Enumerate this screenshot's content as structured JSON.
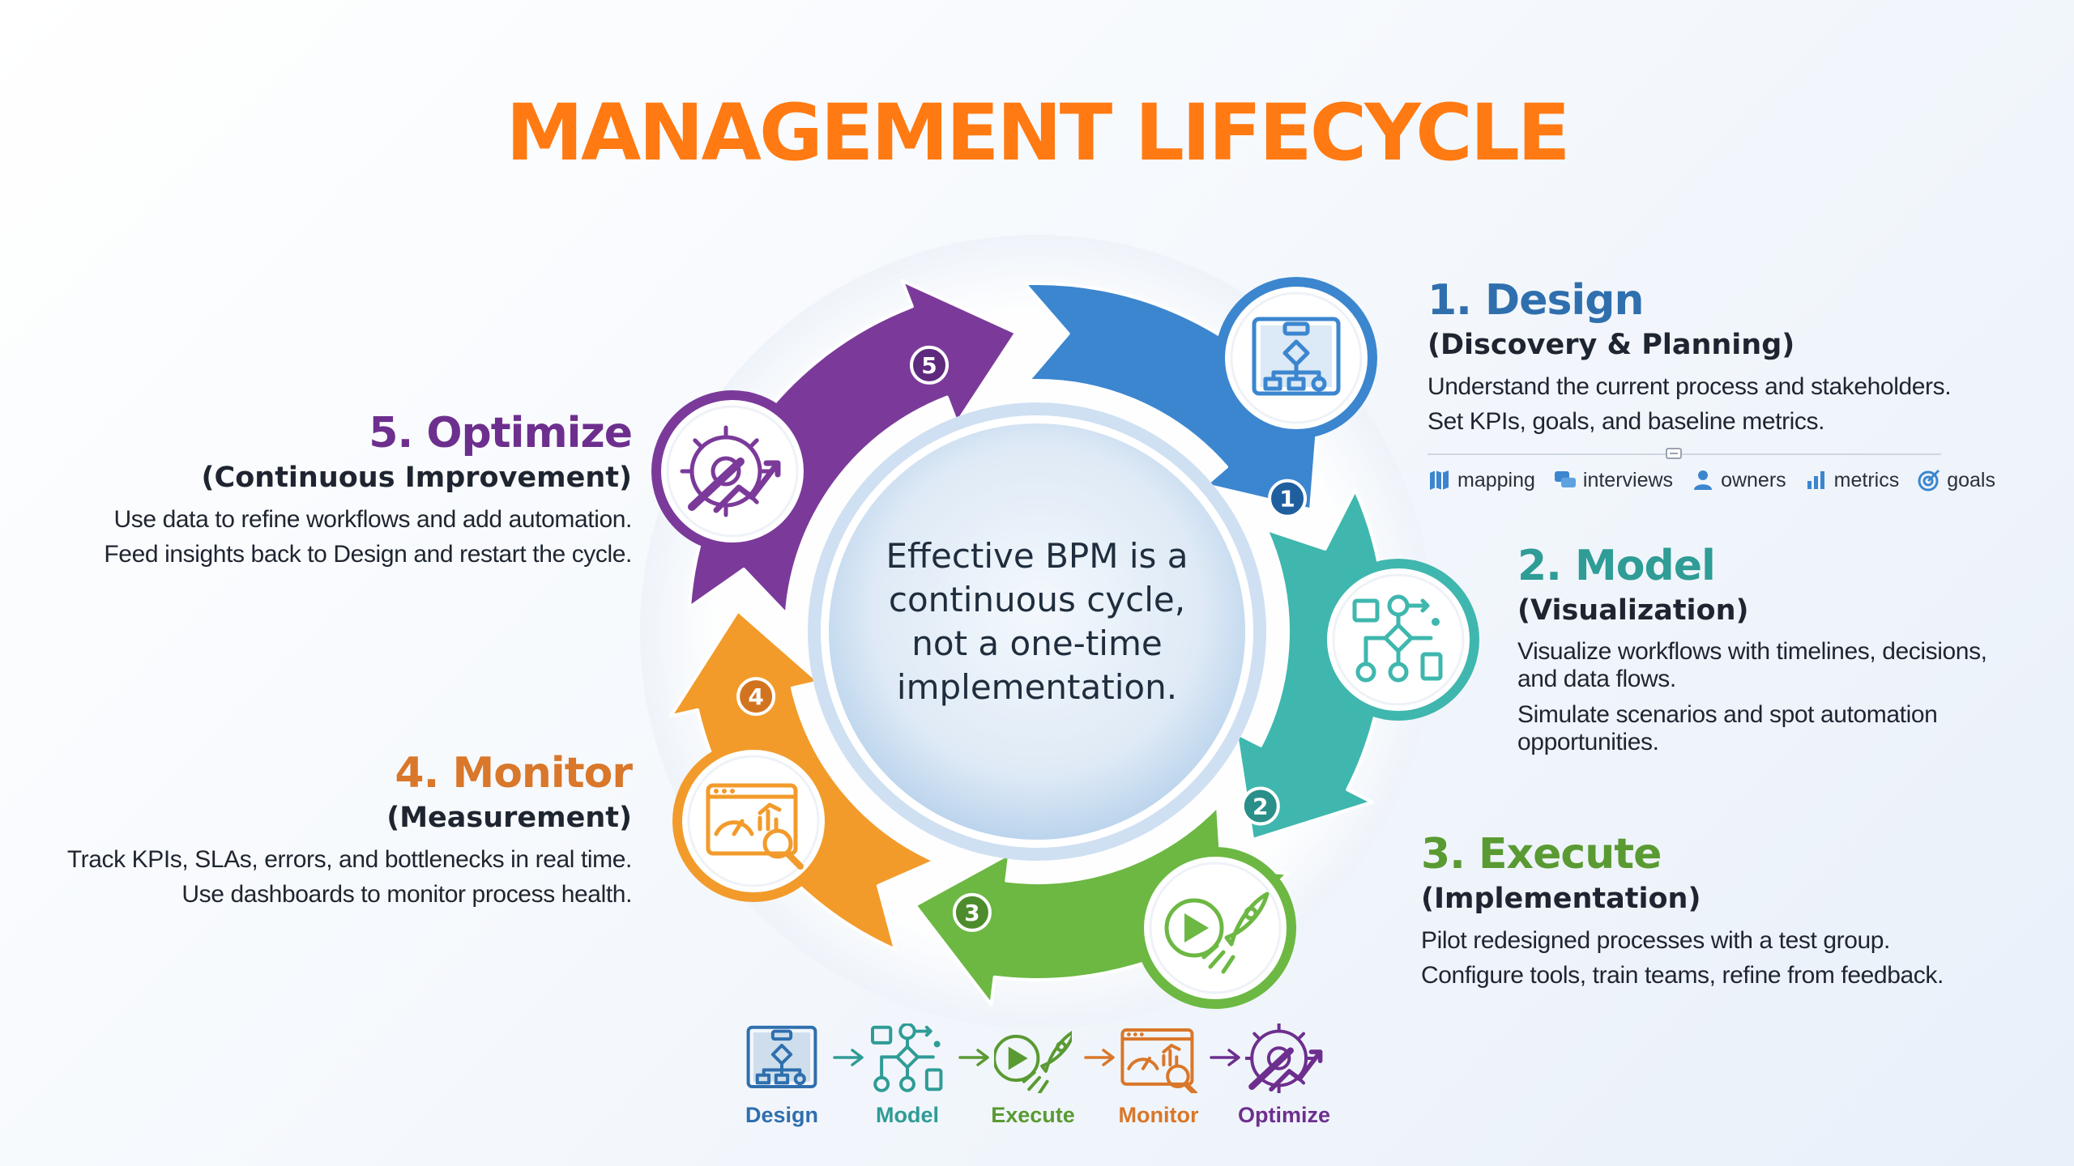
{
  "page": {
    "title": "MANAGEMENT LIFECYCLE",
    "center_message": "Effective BPM is a continuous cycle, not a one-time implementation."
  },
  "colors": {
    "title": "#ff7a12",
    "design": "#3b86cf",
    "model": "#3fb7ae",
    "execute": "#6cb843",
    "monitor": "#f29b2b",
    "optimize": "#7b3a9a"
  },
  "stages": [
    {
      "number": "1",
      "heading": "1. Design",
      "subtitle": "(Discovery & Planning)",
      "lines": [
        "Understand the current process and stakeholders.",
        "Set KPIs, goals, and baseline metrics."
      ],
      "icon": "blueprint-flowchart-icon",
      "color": "#2f6fad"
    },
    {
      "number": "2",
      "heading": "2. Model",
      "subtitle": "(Visualization)",
      "lines": [
        "Visualize workflows with timelines, decisions, and data flows.",
        "Simulate scenarios and spot automation opportunities."
      ],
      "icon": "workflow-diagram-icon",
      "color": "#2f9c96"
    },
    {
      "number": "3",
      "heading": "3. Execute",
      "subtitle": "(Implementation)",
      "lines": [
        "Pilot redesigned processes with a test group.",
        "Configure tools, train teams, refine from feedback."
      ],
      "icon": "play-rocket-icon",
      "color": "#5a9a32"
    },
    {
      "number": "4",
      "heading": "4. Monitor",
      "subtitle": "(Measurement)",
      "lines": [
        "Track KPIs, SLAs, errors, and bottlenecks in real time.",
        "Use dashboards to monitor process health."
      ],
      "icon": "dashboard-magnifier-icon",
      "color": "#d9772a"
    },
    {
      "number": "5",
      "heading": "5. Optimize",
      "subtitle": "(Continuous Improvement)",
      "lines": [
        "Use data to refine workflows and add automation.",
        "Feed insights back to Design and restart the cycle."
      ],
      "icon": "gear-wrench-growth-icon",
      "color": "#6d2f8e"
    }
  ],
  "design_tags": [
    {
      "label": "mapping",
      "icon": "map-icon"
    },
    {
      "label": "interviews",
      "icon": "chat-bubbles-icon"
    },
    {
      "label": "owners",
      "icon": "person-icon"
    },
    {
      "label": "metrics",
      "icon": "bar-chart-icon"
    },
    {
      "label": "goals",
      "icon": "target-icon"
    }
  ],
  "flow": [
    {
      "label": "Design",
      "color": "#2f6fad"
    },
    {
      "label": "Model",
      "color": "#2f9c96"
    },
    {
      "label": "Execute",
      "color": "#5a9a32"
    },
    {
      "label": "Monitor",
      "color": "#d9772a"
    },
    {
      "label": "Optimize",
      "color": "#6d2f8e"
    }
  ]
}
